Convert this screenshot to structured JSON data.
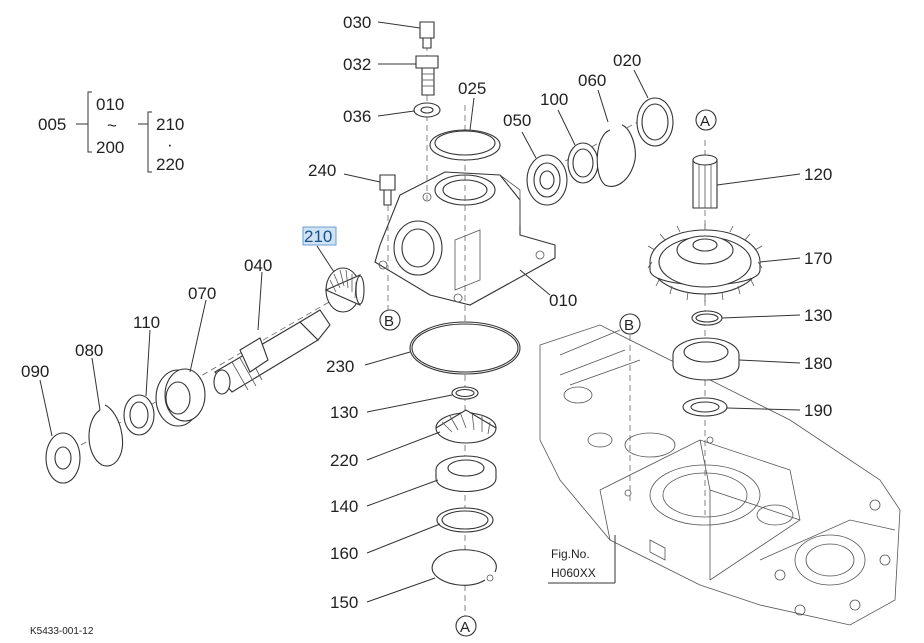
{
  "diagram": {
    "parts": {
      "p005": "005",
      "p010a": "010",
      "p200": "200",
      "p210a": "210",
      "p220a": "220",
      "p030": "030",
      "p032": "032",
      "p036": "036",
      "p025": "025",
      "p050": "050",
      "p100": "100",
      "p060": "060",
      "p020": "020",
      "p240": "240",
      "p210": "210",
      "p040": "040",
      "p070": "070",
      "p110": "110",
      "p080": "080",
      "p090": "090",
      "p010": "010",
      "p230": "230",
      "p130a": "130",
      "p220": "220",
      "p140": "140",
      "p160": "160",
      "p150": "150",
      "p120": "120",
      "p170": "170",
      "p130b": "130",
      "p180": "180",
      "p190": "190"
    },
    "group_symbols": {
      "tilde": "~",
      "dot": "·"
    },
    "markers": {
      "a_top": "A",
      "a_bottom": "A",
      "b_left": "B",
      "b_right": "B"
    },
    "fig_no_label": "Fig.No.",
    "fig_no_value": "H060XX",
    "drawing_id": "K5433-001-12",
    "highlighted_part": "210"
  }
}
